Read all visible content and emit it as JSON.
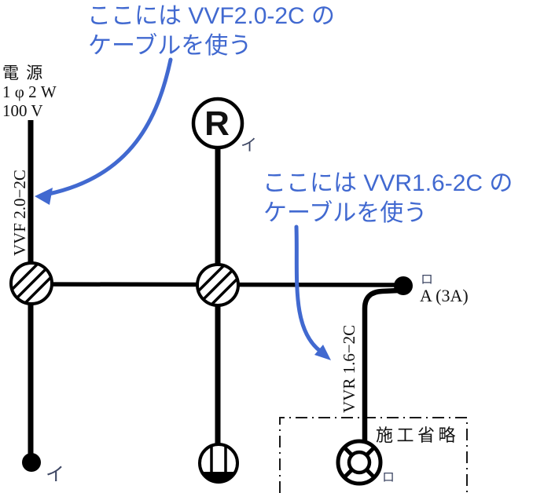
{
  "colors": {
    "annotation_blue": "#4169D0",
    "diagram_black": "#111111"
  },
  "annotation_vvf": {
    "line1": "ここには VVF2.0-2C の",
    "line2": "ケーブルを使う"
  },
  "annotation_vvr": {
    "line1": "ここには VVR1.6-2C の",
    "line2": "ケーブルを使う"
  },
  "power_source": {
    "line1": "電 源",
    "line2": "1 φ 2 W",
    "line3": "100 V"
  },
  "cable_labels": {
    "vvf": "VVF 2.0−2C",
    "vvr": "VVR 1.6−2C"
  },
  "lamp_receptacle": {
    "letter": "R",
    "circuit": "イ"
  },
  "bottom_device": {
    "circuit": "イ"
  },
  "point_a": {
    "circuit": "ロ",
    "label": "A (3A)"
  },
  "omission_box": {
    "label": "施工省略"
  },
  "ceiling_light": {
    "circuit": "ロ"
  }
}
